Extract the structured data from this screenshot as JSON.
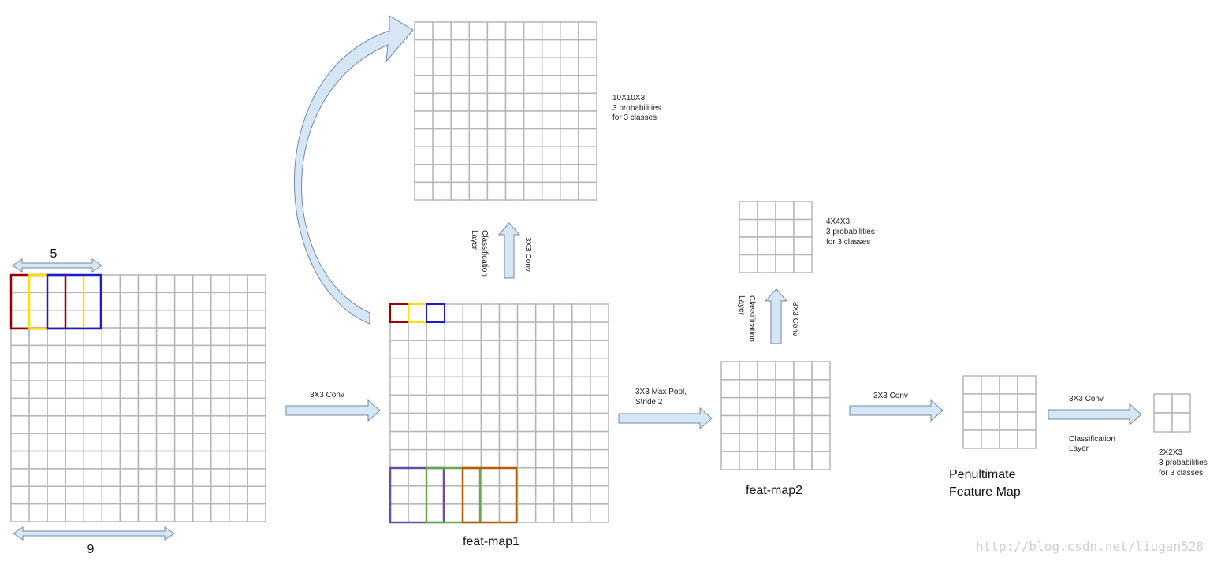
{
  "labels": {
    "dim_5": "5",
    "dim_9": "9",
    "conv_a": "3X3 Conv",
    "conv_up_1": "3X3 Conv",
    "classif_up_1a": "Classification",
    "classif_up_1b": "Layer",
    "out1_line1": "10X10X3",
    "out1_line2": "3 probabilities",
    "out1_line3": "for 3 classes",
    "featmap1": "feat-map1",
    "maxpool_line1": "3X3 Max Pool,",
    "maxpool_line2": "Stride 2",
    "featmap2": "feat-map2",
    "conv_up_2": "3X3 Conv",
    "classif_up_2a": "Classification",
    "classif_up_2b": "Layer",
    "out2_line1": "4X4X3",
    "out2_line2": "3 probabilities",
    "out2_line3": "for 3 classes",
    "conv_b": "3X3 Conv",
    "penult_line1": "Penultimate",
    "penult_line2": "Feature Map",
    "conv_c": "3X3 Conv",
    "classif_c_1": "Classification",
    "classif_c_2": "Layer",
    "out3_line1": "2X2X3",
    "out3_line2": "3 probabilities",
    "out3_line3": "for 3 classes",
    "watermark": "http://blog.csdn.net/liugan528"
  },
  "colors": {
    "pink": "#f4cccc",
    "blue": "#9fc5e8",
    "grid_line": "#b5b5b5",
    "arrow_fill": "#d6e6f5",
    "arrow_stroke": "#6d8aa8",
    "red_window": "#990000",
    "yellow_window": "#ffe000",
    "blue_window": "#1a1ad6",
    "purple": "#674ea7",
    "green": "#6aa84f",
    "orange": "#b45f06"
  },
  "grids": {
    "input": {
      "rows": 14,
      "cols": 14
    },
    "out10": {
      "rows": 10,
      "cols": 10
    },
    "featmap1": {
      "rows": 12,
      "cols": 12
    },
    "out4": {
      "rows": 4,
      "cols": 4
    },
    "featmap2": {
      "rows": 6,
      "cols": 6
    },
    "penultimate": {
      "rows": 4,
      "cols": 4
    },
    "out2": {
      "rows": 2,
      "cols": 2
    }
  }
}
